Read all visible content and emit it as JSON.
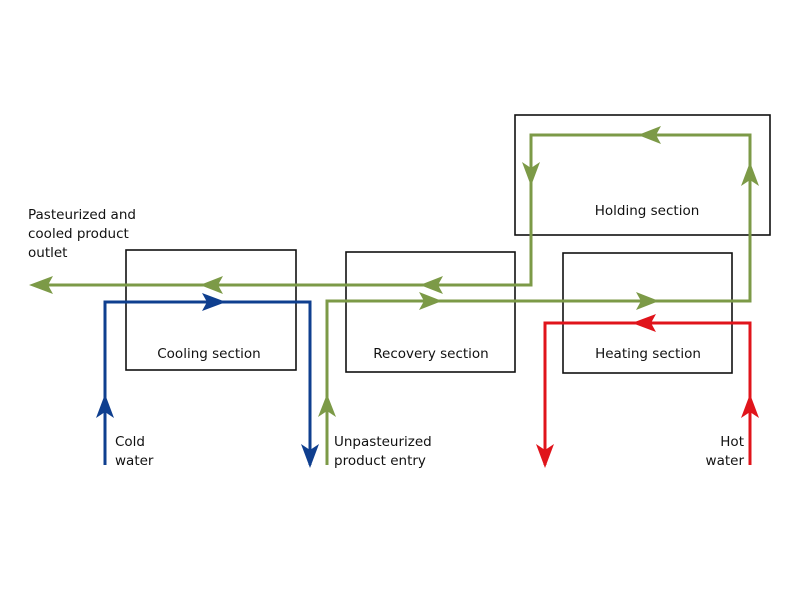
{
  "colors": {
    "product": "#7c9a47",
    "cold_water": "#0f3f8f",
    "hot_water": "#e0141b",
    "box_border": "#111111"
  },
  "sections": {
    "holding": "Holding section",
    "heating": "Heating section",
    "recovery": "Recovery section",
    "cooling": "Cooling section"
  },
  "labels": {
    "outlet": [
      "Pasteurized and",
      "cooled product",
      "outlet"
    ],
    "cold_water": [
      "Cold",
      "water"
    ],
    "product_entry": [
      "Unpasteurized",
      "product entry"
    ],
    "hot_water": [
      "Hot",
      "water"
    ]
  }
}
